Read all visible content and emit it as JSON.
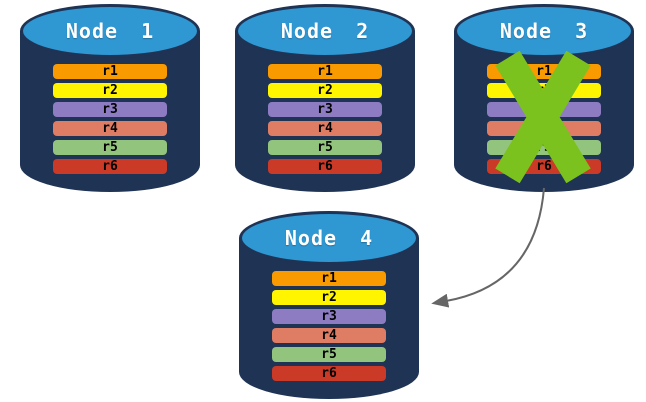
{
  "diagram": {
    "palette": {
      "cylinder_body": "#1F3355",
      "cylinder_top": "#2F97D2",
      "node_label_text": "#FFFFFF",
      "row_label_text": "#000000",
      "failure_x": "#7CC21E",
      "arrow": "#666666"
    },
    "nodes": [
      {
        "label": "Node 1",
        "status": "active",
        "rows": [
          {
            "label": "r1",
            "color": "#F89A00"
          },
          {
            "label": "r2",
            "color": "#FFF500"
          },
          {
            "label": "r3",
            "color": "#8E7CC3"
          },
          {
            "label": "r4",
            "color": "#DE7C64"
          },
          {
            "label": "r5",
            "color": "#93C47D"
          },
          {
            "label": "r6",
            "color": "#CB3927"
          }
        ]
      },
      {
        "label": "Node 2",
        "status": "active",
        "rows": [
          {
            "label": "r1",
            "color": "#F89A00"
          },
          {
            "label": "r2",
            "color": "#FFF500"
          },
          {
            "label": "r3",
            "color": "#8E7CC3"
          },
          {
            "label": "r4",
            "color": "#DE7C64"
          },
          {
            "label": "r5",
            "color": "#93C47D"
          },
          {
            "label": "r6",
            "color": "#CB3927"
          }
        ]
      },
      {
        "label": "Node 3",
        "status": "failed",
        "rows": [
          {
            "label": "r1",
            "color": "#F89A00"
          },
          {
            "label": "r2",
            "color": "#FFF500"
          },
          {
            "label": "r3",
            "color": "#8E7CC3"
          },
          {
            "label": "r4",
            "color": "#DE7C64"
          },
          {
            "label": "r5",
            "color": "#93C47D"
          },
          {
            "label": "r6",
            "color": "#CB3927"
          }
        ]
      },
      {
        "label": "Node 4",
        "status": "active",
        "rows": [
          {
            "label": "r1",
            "color": "#F89A00"
          },
          {
            "label": "r2",
            "color": "#FFF500"
          },
          {
            "label": "r3",
            "color": "#8E7CC3"
          },
          {
            "label": "r4",
            "color": "#DE7C64"
          },
          {
            "label": "r5",
            "color": "#93C47D"
          },
          {
            "label": "r6",
            "color": "#CB3927"
          }
        ]
      }
    ],
    "failure_marker": {
      "node": "Node 3",
      "icon": "green-x-icon"
    },
    "arrow": {
      "from": "Node 3",
      "to": "Node 4"
    }
  }
}
